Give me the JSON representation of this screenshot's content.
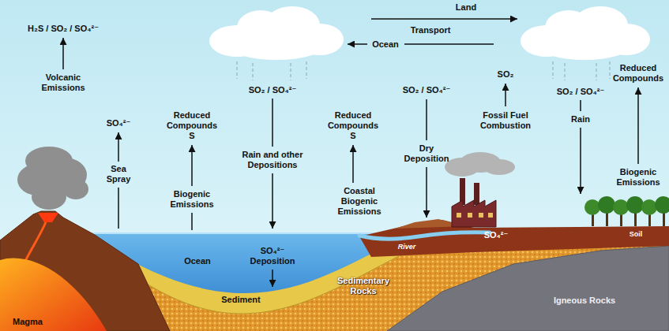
{
  "diagram": {
    "labels": [
      "H₂S / SO₂ / SO₄²⁻",
      "Volcanic Emissions",
      "SO₄²⁻",
      "Sea Spray",
      "Reduced Compounds S",
      "Biogenic Emissions",
      "SO₂ / SO₄²⁻",
      "Rain and other Depositions",
      "Reduced Compounds S",
      "Coastal Biogenic Emissions",
      "SO₂ / SO₄²⁻",
      "Dry Deposition",
      "Land",
      "Transport",
      "Ocean",
      "SO₂",
      "Fossil Fuel Combustion",
      "SO₂ / SO₄²⁻",
      "Rain",
      "Reduced Compounds",
      "Biogenic Emissions",
      "Ocean",
      "SO₄²⁻ Deposition",
      "River",
      "SO₄²⁻",
      "Soil",
      "Sediment",
      "Sedimentary Rocks",
      "Igneous Rocks",
      "Magma"
    ]
  }
}
